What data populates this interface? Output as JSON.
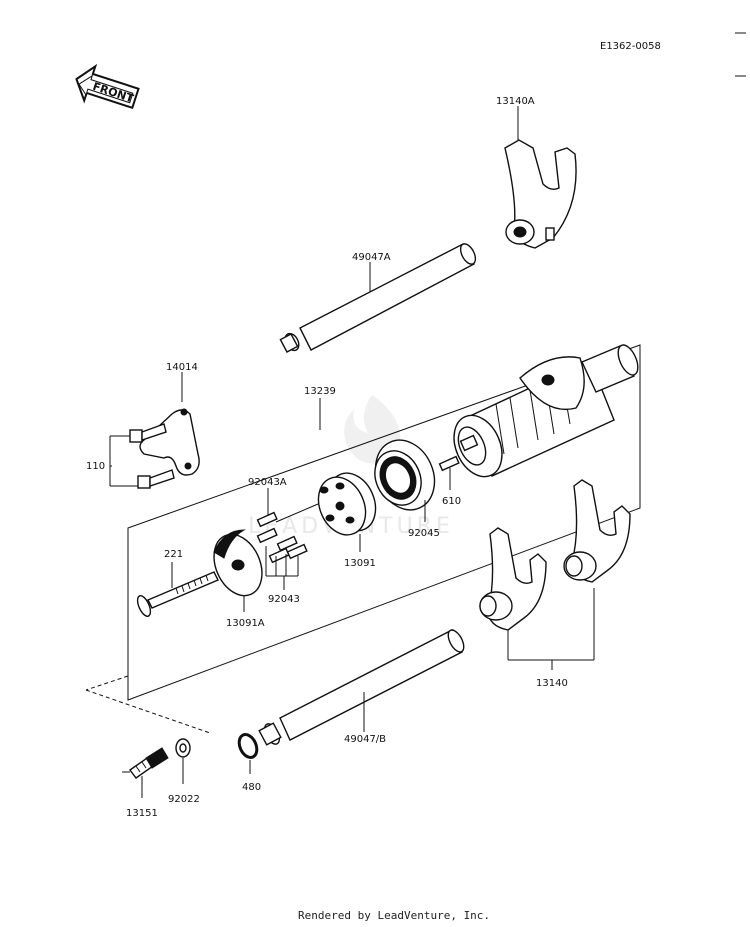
{
  "drawing_id": "E1362-0058",
  "front_badge": "FRONT",
  "watermark": "LEADVENTURE",
  "footer": "Rendered by LeadVenture, Inc.",
  "parts": {
    "p13140A": "13140A",
    "p49047A": "49047A",
    "p14014": "14014",
    "p13239": "13239",
    "p110": "110",
    "p92043A": "92043A",
    "p610": "610",
    "p92045": "92045",
    "p13091": "13091",
    "p221": "221",
    "p92043": "92043",
    "p13091A": "13091A",
    "p13140": "13140",
    "p49047B": "49047/B",
    "p13151": "13151",
    "p92022": "92022",
    "p480": "480"
  }
}
